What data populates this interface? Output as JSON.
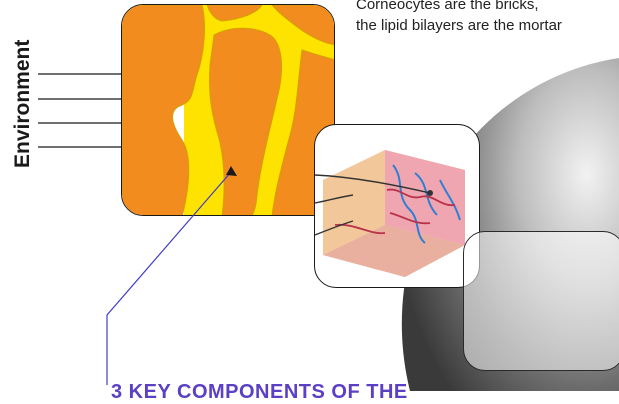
{
  "caption_top": {
    "line1": "Corneocytes are the bricks,",
    "line2": "the lipid bilayers are the mortar"
  },
  "environment_label": "Environment",
  "bottom_caption": "3 KEY COMPONENTS OF THE",
  "colors": {
    "corneocyte": "#f28c1e",
    "lipid": "#ffe300",
    "outline": "#1a1a1a",
    "pointer_line": "#3f3ec9",
    "caption_accent": "#5b3fc4"
  },
  "icons": [
    "arrow-right-icon"
  ]
}
